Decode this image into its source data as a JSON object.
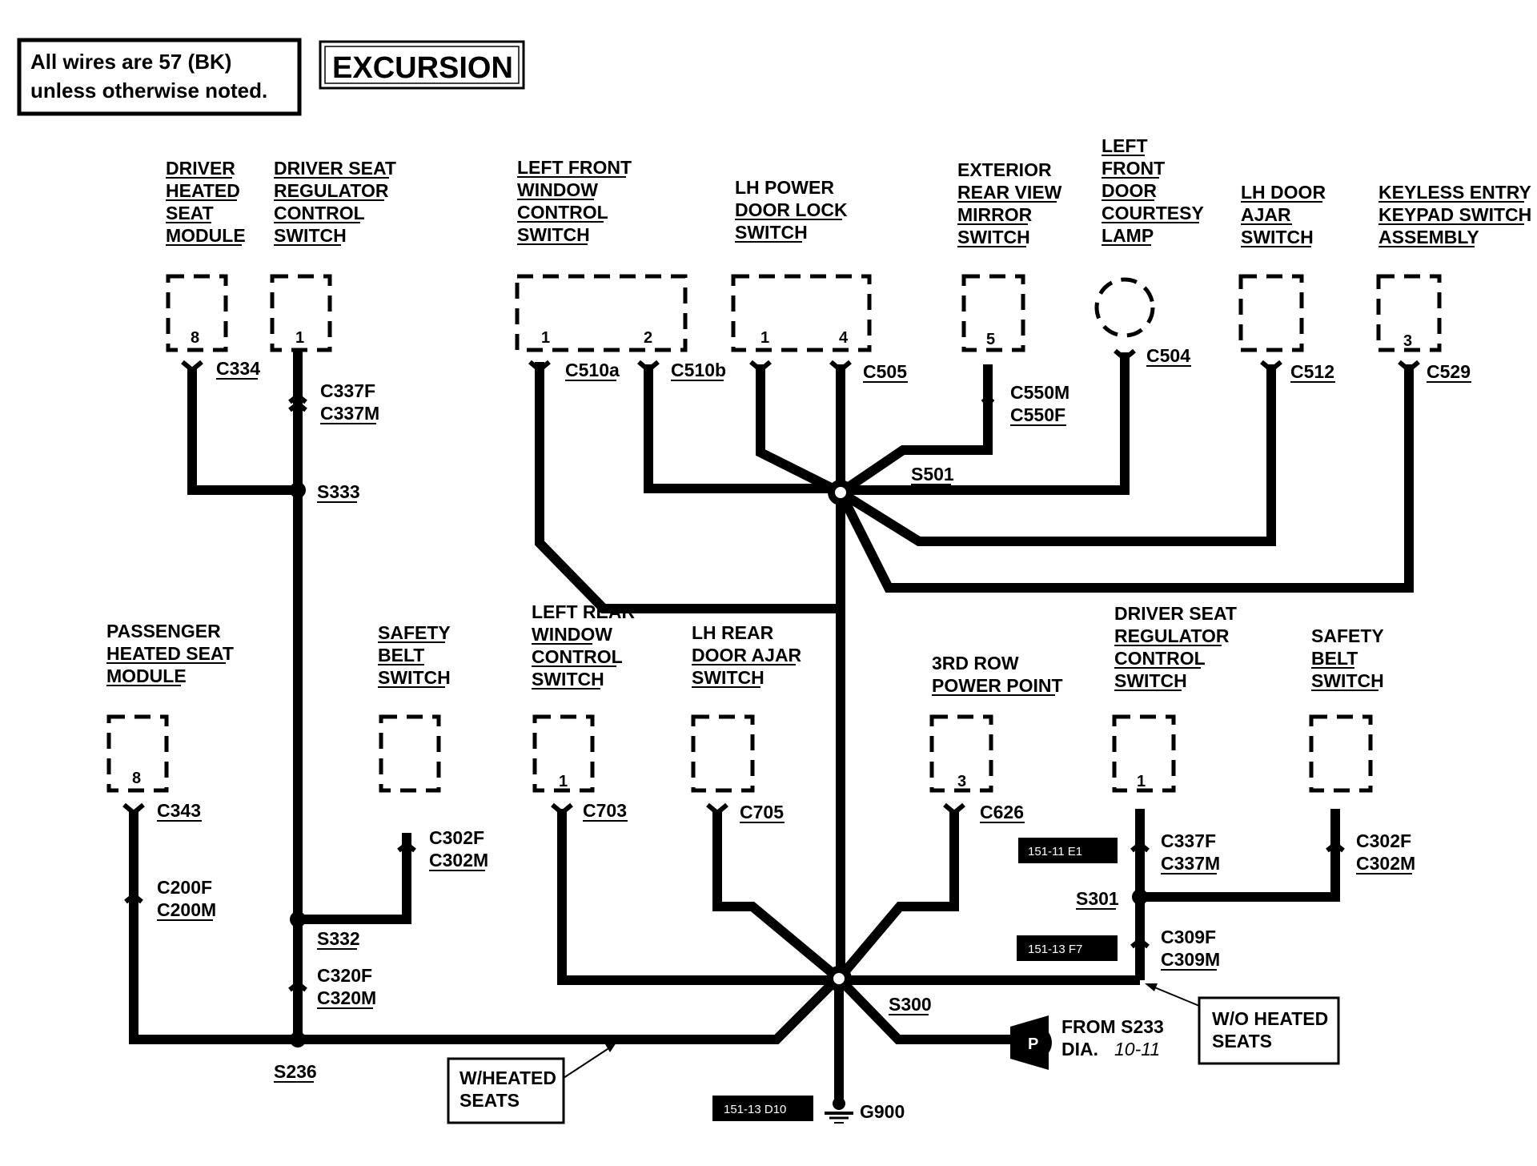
{
  "title": "EXCURSION",
  "note": [
    "All wires are 57 (BK)",
    "unless otherwise noted."
  ],
  "components": {
    "driver_heated_seat_module": [
      "DRIVER",
      "HEATED",
      "SEAT",
      "MODULE"
    ],
    "driver_seat_regulator_top": [
      "DRIVER SEAT",
      "REGULATOR",
      "CONTROL",
      "SWITCH"
    ],
    "left_front_window": [
      "LEFT FRONT",
      "WINDOW",
      "CONTROL",
      "SWITCH"
    ],
    "lh_power_door_lock": [
      "LH POWER",
      "DOOR LOCK",
      "SWITCH"
    ],
    "exterior_mirror": [
      "EXTERIOR",
      "REAR VIEW",
      "MIRROR",
      "SWITCH"
    ],
    "left_front_courtesy": [
      "LEFT",
      "FRONT",
      "DOOR",
      "COURTESY",
      "LAMP"
    ],
    "lh_door_ajar": [
      "LH DOOR",
      "AJAR",
      "SWITCH"
    ],
    "keyless_entry": [
      "KEYLESS ENTRY",
      "KEYPAD SWITCH",
      "ASSEMBLY"
    ],
    "passenger_heated_seat": [
      "PASSENGER",
      "HEATED SEAT",
      "MODULE"
    ],
    "safety_belt_left": [
      "SAFETY",
      "BELT",
      "SWITCH"
    ],
    "left_rear_window": [
      "LEFT REAR",
      "WINDOW",
      "CONTROL",
      "SWITCH"
    ],
    "lh_rear_door_ajar": [
      "LH REAR",
      "DOOR AJAR",
      "SWITCH"
    ],
    "third_row_power_point": [
      "3RD ROW",
      "POWER POINT"
    ],
    "driver_seat_regulator_bottom": [
      "DRIVER SEAT",
      "REGULATOR",
      "CONTROL",
      "SWITCH"
    ],
    "safety_belt_right": [
      "SAFETY",
      "BELT",
      "SWITCH"
    ]
  },
  "pins": {
    "c334": "8",
    "c337_top": "1",
    "c510a": "1",
    "c510b": "2",
    "c505_1": "1",
    "c505_4": "4",
    "c550": "5",
    "c529": "3",
    "c343": "8",
    "c703": "1",
    "c626": "3",
    "c337_bottom": "1"
  },
  "connectors": {
    "c334": "C334",
    "c337f_top": "C337F",
    "c337m_top": "C337M",
    "c510a": "C510a",
    "c510b": "C510b",
    "c505": "C505",
    "c550m": "C550M",
    "c550f": "C550F",
    "c504": "C504",
    "c512": "C512",
    "c529": "C529",
    "c343": "C343",
    "c200f": "C200F",
    "c200m": "C200M",
    "c302f_left": "C302F",
    "c302m_left": "C302M",
    "c320f": "C320F",
    "c320m": "C320M",
    "c703": "C703",
    "c705": "C705",
    "c626": "C626",
    "c337f_bottom": "C337F",
    "c337m_bottom": "C337M",
    "c309f": "C309F",
    "c309m": "C309M",
    "c302f_right": "C302F",
    "c302m_right": "C302M"
  },
  "splices": {
    "s333": "S333",
    "s501": "S501",
    "s332": "S332",
    "s236": "S236",
    "s300": "S300",
    "s301": "S301"
  },
  "ground": "G900",
  "refs": {
    "e1": "151-11 E1",
    "f7": "151-13 F7",
    "d10": "151-13 D10"
  },
  "callouts": {
    "wo_heated": [
      "W/O HEATED",
      "SEATS"
    ],
    "w_heated": [
      "W/HEATED",
      "SEATS"
    ]
  },
  "from_s233": {
    "pin": "P",
    "line1": "FROM S233",
    "line2": "DIA.",
    "page": "10-11"
  }
}
